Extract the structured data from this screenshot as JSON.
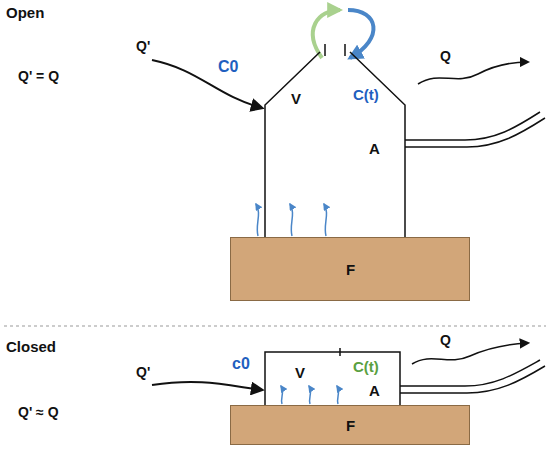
{
  "diagram": {
    "nodes": [
      {
        "text": [
          "V",
          "C(t)",
          "A"
        ]
      },
      {
        "text": [
          "F"
        ]
      },
      {
        "text": [
          "V",
          "C(t)",
          "A"
        ]
      },
      {
        "text": [
          "F"
        ]
      }
    ],
    "labels": [
      "Open",
      "Q' = Q",
      "Q'",
      "C0",
      "Q",
      "Closed",
      "Q' ≈ Q",
      "Q'",
      "c0",
      "Q"
    ]
  }
}
